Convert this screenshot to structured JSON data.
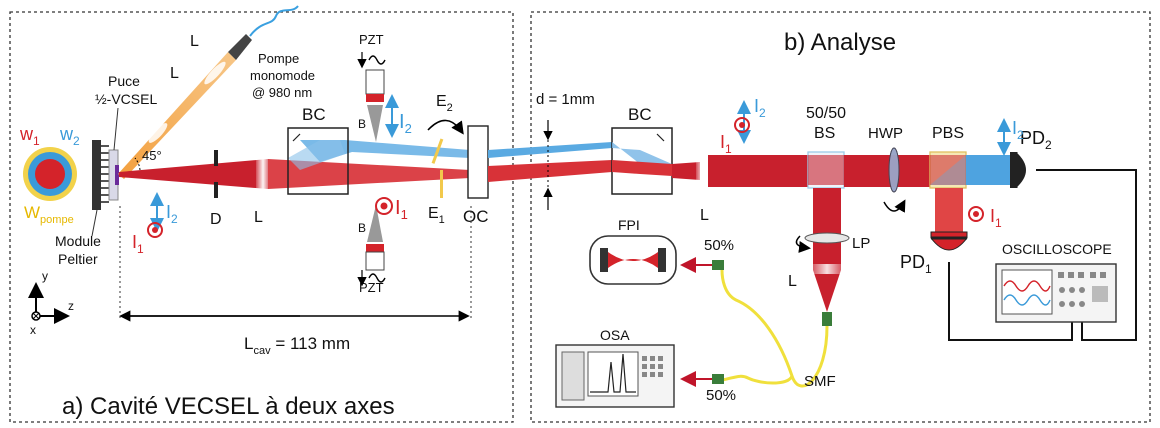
{
  "panel_a": {
    "caption": "a) Cavité VECSEL à deux axes",
    "labels": {
      "w1_base": "w",
      "w1_sub": "1",
      "w2_base": "w",
      "w2_sub": "2",
      "wpompe_base": "W",
      "wpompe_sub": "pompe",
      "puce_line1": "Puce",
      "puce_line2": "½-VCSEL",
      "module_line1": "Module",
      "module_line2": "Peltier",
      "angle": "45°",
      "lens_top1": "L",
      "lens_top2": "L",
      "pompe_line1": "Pompe",
      "pompe_line2": "monomode",
      "pompe_line3": "@ 980 nm",
      "pzt_top": "PZT",
      "pzt_bottom": "PZT",
      "bc": "BC",
      "b_top": "B",
      "b_bottom": "B",
      "e2_base": "E",
      "e2_sub": "2",
      "e1_base": "E",
      "e1_sub": "1",
      "oc": "OC",
      "d_label": "D",
      "l_label": "L",
      "i1_base": "I",
      "i1_sub": "1",
      "i2_base": "I",
      "i2_sub": "2",
      "i1b_base": "I",
      "i1b_sub": "1",
      "lcav_base": "L",
      "lcav_sub": "cav",
      "lcav_value": " = 113 mm",
      "axis_y": "y",
      "axis_z": "z",
      "axis_x": "x"
    }
  },
  "panel_b": {
    "caption": "b) Analyse",
    "labels": {
      "d_mm": "d = 1mm",
      "bc": "BC",
      "l_after_bc": "L",
      "i1_base": "I",
      "i1_sub": "1",
      "i2_base": "I",
      "i2_sub": "2",
      "bs_line1": "50/50",
      "bs_line2": "BS",
      "hwp": "HWP",
      "pbs": "PBS",
      "i2b_base": "I",
      "i2b_sub": "2",
      "pd2_base": "PD",
      "pd2_sub": "2",
      "pd1_base": "PD",
      "pd1_sub": "1",
      "i1b_base": "I",
      "i1b_sub": "1",
      "fpi": "FPI",
      "pct_top": "50%",
      "pct_bottom": "50%",
      "lp": "LP",
      "l_lower": "L",
      "osa": "OSA",
      "smf": "SMF",
      "oscilloscope": "OSCILLOSCOPE"
    }
  },
  "colors": {
    "red_beam": "#d4232a",
    "blue_beam": "#3a9ad9",
    "pump_orange": "#f29a33",
    "yellow_fiber": "#f0e03c",
    "etalon_yellow": "#f2c94c"
  }
}
